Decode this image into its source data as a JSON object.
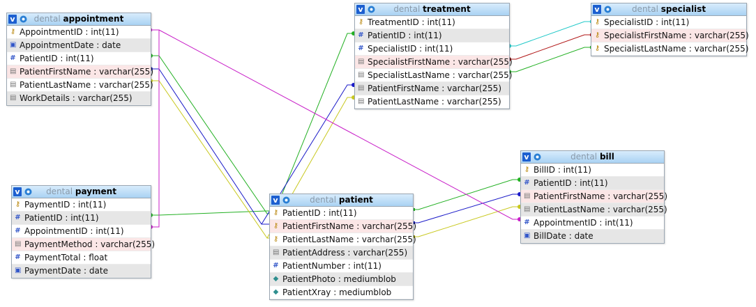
{
  "db_prefix": "dental",
  "tables": {
    "appointment": {
      "name": "appointment",
      "fields": [
        {
          "text": "AppointmentID : int(11)",
          "icon": "key-icon"
        },
        {
          "text": "AppointmentDate : date",
          "icon": "date-icon"
        },
        {
          "text": "PatientID : int(11)",
          "icon": "hash-icon"
        },
        {
          "text": "PatientFirstName : varchar(255)",
          "icon": "text-icon"
        },
        {
          "text": "PatientLastName : varchar(255)",
          "icon": "text-icon"
        },
        {
          "text": "WorkDetails : varchar(255)",
          "icon": "text-icon"
        }
      ]
    },
    "payment": {
      "name": "payment",
      "fields": [
        {
          "text": "PaymentID : int(11)",
          "icon": "key-icon"
        },
        {
          "text": "PatientID : int(11)",
          "icon": "hash-icon"
        },
        {
          "text": "AppointmentID : int(11)",
          "icon": "hash-icon"
        },
        {
          "text": "PaymentMethod : varchar(255)",
          "icon": "text-icon"
        },
        {
          "text": "PaymentTotal : float",
          "icon": "hash-icon"
        },
        {
          "text": "PaymentDate : date",
          "icon": "date-icon"
        }
      ]
    },
    "treatment": {
      "name": "treatment",
      "fields": [
        {
          "text": "TreatmentID : int(11)",
          "icon": "key-icon"
        },
        {
          "text": "PatientID : int(11)",
          "icon": "hash-icon"
        },
        {
          "text": "SpecialistID : int(11)",
          "icon": "hash-icon"
        },
        {
          "text": "SpecialistFirstName : varchar(255)",
          "icon": "text-icon"
        },
        {
          "text": "SpecialistLastName : varchar(255)",
          "icon": "text-icon"
        },
        {
          "text": "PatientFirstName : varchar(255)",
          "icon": "text-icon"
        },
        {
          "text": "PatientLastName : varchar(255)",
          "icon": "text-icon"
        }
      ]
    },
    "specialist": {
      "name": "specialist",
      "fields": [
        {
          "text": "SpecialistID : int(11)",
          "icon": "key-icon"
        },
        {
          "text": "SpecialistFirstName : varchar(255)",
          "icon": "key-icon"
        },
        {
          "text": "SpecialistLastName : varchar(255)",
          "icon": "key-icon"
        }
      ]
    },
    "patient": {
      "name": "patient",
      "fields": [
        {
          "text": "PatientID : int(11)",
          "icon": "key-icon"
        },
        {
          "text": "PatientFirstName : varchar(255)",
          "icon": "key-icon"
        },
        {
          "text": "PatientLastName : varchar(255)",
          "icon": "key-icon"
        },
        {
          "text": "PatientAddress : varchar(255)",
          "icon": "text-icon"
        },
        {
          "text": "PatientNumber : int(11)",
          "icon": "hash-icon"
        },
        {
          "text": "PatientPhoto : mediumblob",
          "icon": "blob-icon"
        },
        {
          "text": "PatientXray : mediumblob",
          "icon": "blob-icon"
        }
      ]
    },
    "bill": {
      "name": "bill",
      "fields": [
        {
          "text": "BillID : int(11)",
          "icon": "key-icon"
        },
        {
          "text": "PatientID : int(11)",
          "icon": "hash-icon"
        },
        {
          "text": "PatientFirstName : varchar(255)",
          "icon": "text-icon"
        },
        {
          "text": "PatientLastName : varchar(255)",
          "icon": "text-icon"
        },
        {
          "text": "AppointmentID : int(11)",
          "icon": "hash-icon"
        },
        {
          "text": "BillDate : date",
          "icon": "date-icon"
        }
      ]
    }
  },
  "colors": {
    "green": "#22b022",
    "blue": "#1a1ac8",
    "yellow": "#c8c81e",
    "magenta": "#c81ec8",
    "cyan": "#1ec8c8",
    "darkred": "#b01414",
    "header_top": "#d8ecfc",
    "header_bottom": "#a9d2f3"
  }
}
